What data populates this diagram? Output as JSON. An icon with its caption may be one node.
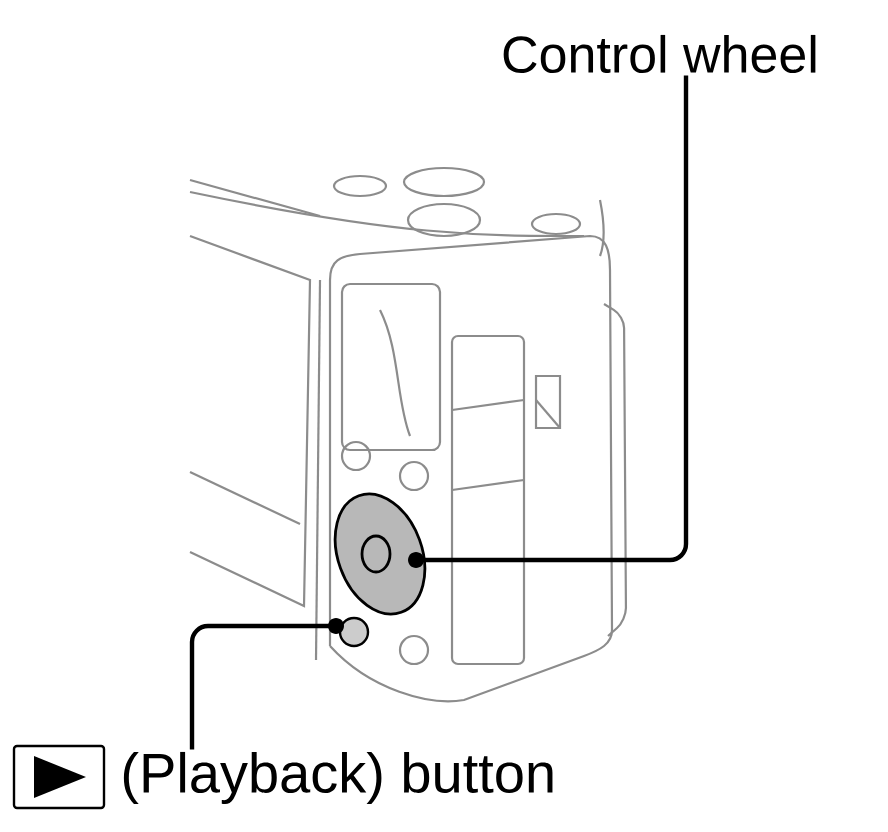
{
  "diagram": {
    "nodes": [
      {
        "text": [
          "Control wheel"
        ]
      },
      {
        "text": [
          "(Playback) button"
        ]
      },
      {
        "text": [],
        "shape": "circle"
      },
      {
        "text": [],
        "shape": "circle"
      }
    ],
    "edges": [
      {
        "from": 0,
        "to": 2,
        "arrow": "other"
      },
      {
        "from": 1,
        "to": 3,
        "arrow": "other"
      }
    ]
  }
}
